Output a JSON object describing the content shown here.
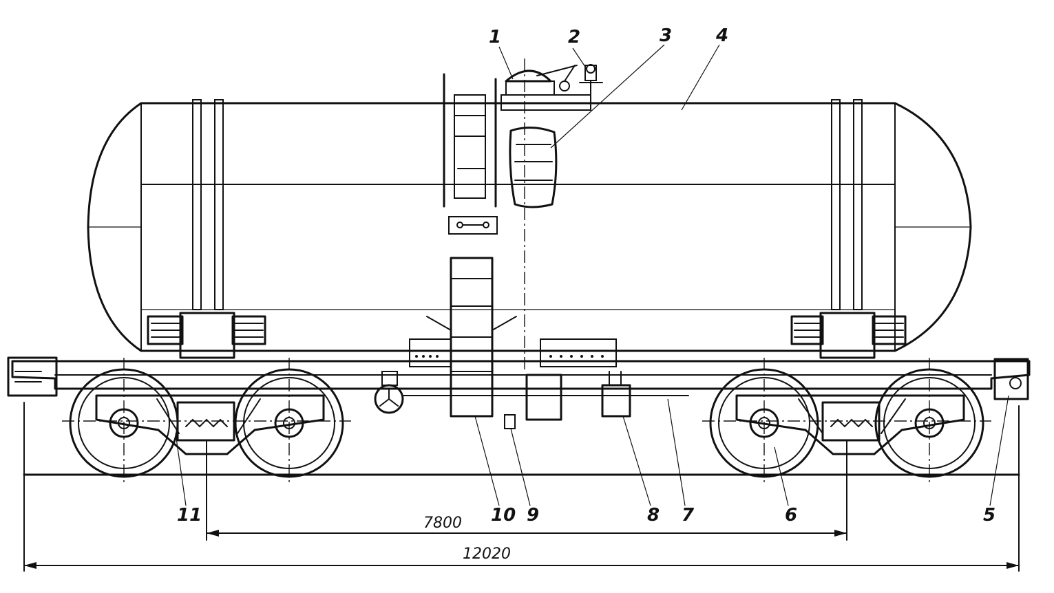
{
  "callouts": {
    "c1": "1",
    "c2": "2",
    "c3": "3",
    "c4": "4",
    "c5": "5",
    "c6": "6",
    "c7": "7",
    "c8": "8",
    "c9": "9",
    "c10": "10",
    "c11": "11"
  },
  "dimensions": {
    "bogie_centers": "7800",
    "overall_length": "12020"
  }
}
